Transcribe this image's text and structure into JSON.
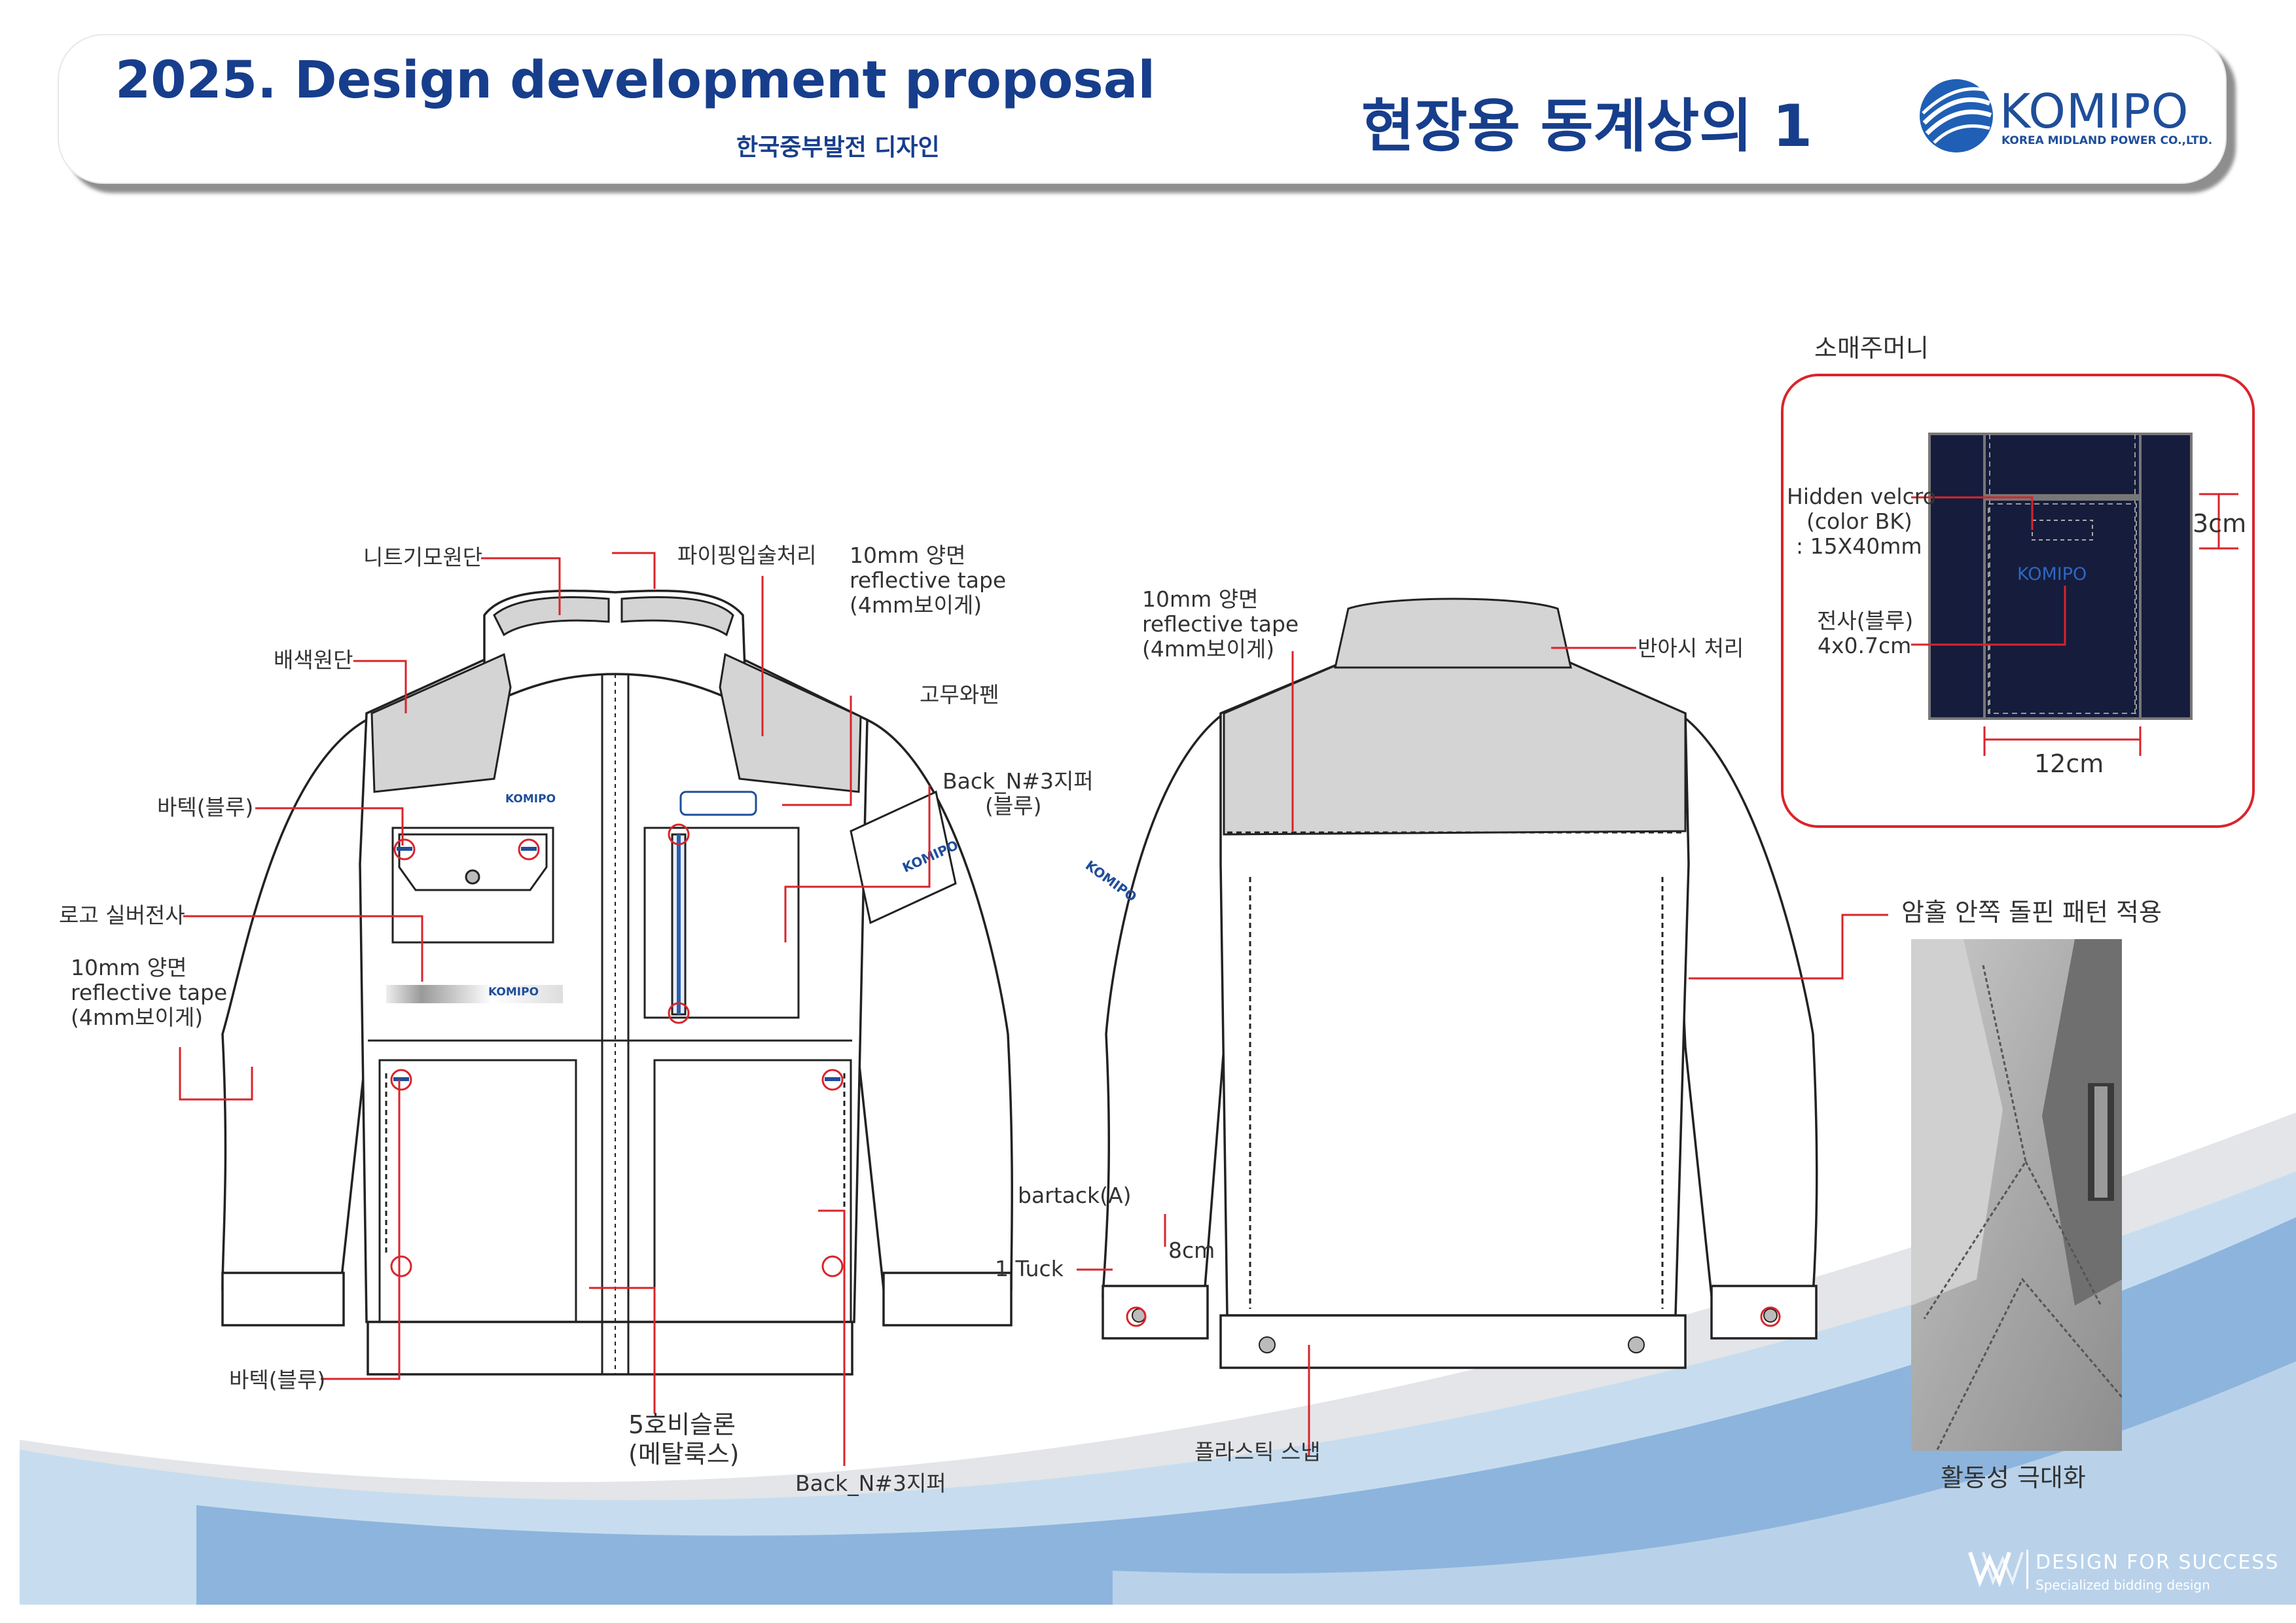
{
  "header": {
    "title": "2025. Design development proposal",
    "subtitle": "한국중부발전 디자인",
    "page_heading": "현장용 동계상의 1",
    "logo_wordmark": "KOMIPO",
    "logo_sub": "KOREA MIDLAND POWER CO.,LTD."
  },
  "front_callouts": {
    "knit_collar": "니트기모원단",
    "piping": "파이핑입술처리",
    "reflective_top_1": "10mm 양면",
    "reflective_top_2": "reflective tape",
    "reflective_top_3": "(4mm보이게)",
    "contrast_fabric": "배색원단",
    "rubber_patch": "고무와펜",
    "bartack_blue_top": "바텍(블루)",
    "back_zipper_1": "Back_N#3지퍼",
    "back_zipper_2": "(블루)",
    "logo_silver": "로고 실버전사",
    "reflective_left_1": "10mm 양면",
    "reflective_left_2": "reflective tape",
    "reflective_left_3": "(4mm보이게)",
    "bartack_blue_bottom": "바텍(블루)",
    "main_zipper_1": "5호비슬론",
    "main_zipper_2": "(메탈룩스)",
    "back_zipper_bottom": "Back_N#3지퍼",
    "pocket_badge": "KOMIPO",
    "chest_print": "KOMIPO",
    "sleeve_print": "KOMIPO"
  },
  "back_callouts": {
    "reflective_1": "10mm 양면",
    "reflective_2": "reflective tape",
    "reflective_3": "(4mm보이게)",
    "half_trim": "반아시 처리",
    "bartack_a": "bartack(A)",
    "tuck": "1 Tuck",
    "cuff_len": "8cm",
    "plastic_snap": "플라스틱 스냅",
    "sleeve_print": "KOMIPO"
  },
  "sleeve_pocket": {
    "title": "소매주머니",
    "velcro_1": "Hidden velcro",
    "velcro_2": "(color BK)",
    "velcro_3": ": 15X40mm",
    "print_1": "전사(블루)",
    "print_2": "4x0.7cm",
    "dim_height": "3cm",
    "dim_width": "12cm",
    "print_text": "KOMIPO",
    "colors": {
      "fabric": "#161c3c",
      "outline": "#d9242b"
    }
  },
  "gusset": {
    "title": "암홀 안쪽 돌핀 패턴 적용",
    "caption": "활동성 극대화"
  },
  "footer": {
    "brand": "DESIGN FOR SUCCESS",
    "tagline": "Specialized bidding design"
  },
  "colors": {
    "brand_blue": "#173e8c",
    "callout_red": "#d9242b",
    "yoke_gray": "#d4d4d4"
  }
}
